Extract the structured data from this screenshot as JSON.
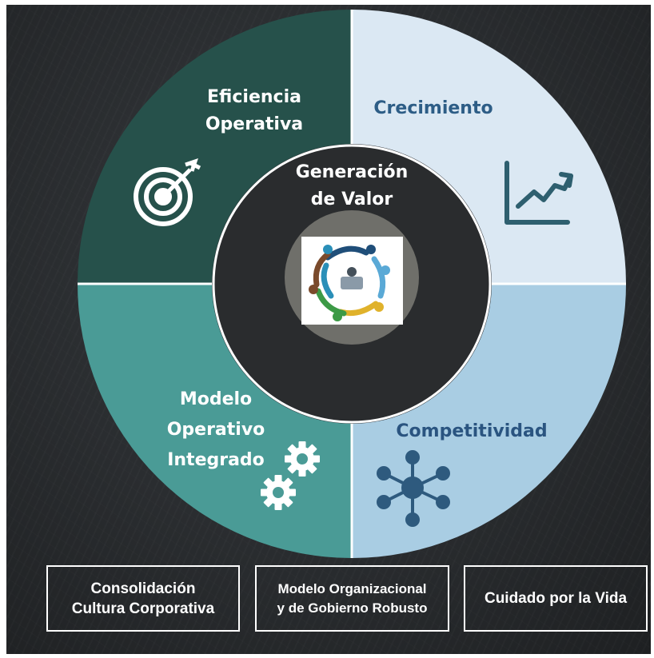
{
  "center": {
    "title_line1": "Generación",
    "title_line2": "de Valor",
    "logo_icon": "team-collaboration-logo-icon"
  },
  "quadrants": {
    "top_left": {
      "label_line1": "Eficiencia",
      "label_line2": "Operativa",
      "icon": "target-icon",
      "color": "#26514b"
    },
    "top_right": {
      "label": "Crecimiento",
      "icon": "growth-chart-icon",
      "color": "#dbe8f3"
    },
    "bottom_left": {
      "label_line1": "Modelo",
      "label_line2": "Operativo",
      "label_line3": "Integrado",
      "icon": "gears-icon",
      "color": "#4a9b96"
    },
    "bottom_right": {
      "label": "Competitividad",
      "icon": "network-icon",
      "color": "#a9cde3"
    }
  },
  "boxes": [
    {
      "text": "Consolidación\nCultura Corporativa"
    },
    {
      "text": "Modelo Organizacional\ny de Gobierno Robusto"
    },
    {
      "text": "Cuidado por la Vida"
    }
  ]
}
